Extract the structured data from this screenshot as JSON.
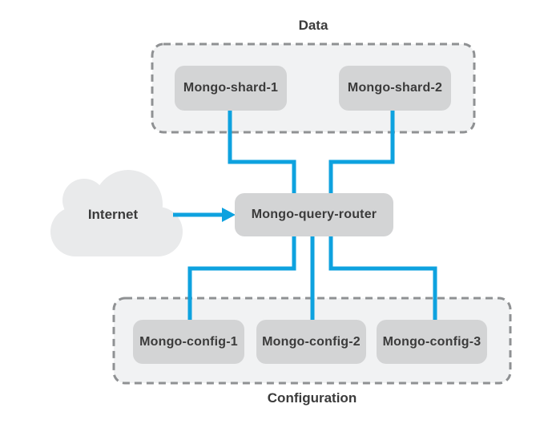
{
  "diagram": {
    "type": "mongodb-sharded-cluster-architecture",
    "groups": {
      "data": {
        "label": "Data",
        "nodes": [
          {
            "label": "Mongo-shard-1"
          },
          {
            "label": "Mongo-shard-2"
          }
        ]
      },
      "configuration": {
        "label": "Configuration",
        "nodes": [
          {
            "label": "Mongo-config-1"
          },
          {
            "label": "Mongo-config-2"
          },
          {
            "label": "Mongo-config-3"
          }
        ]
      }
    },
    "router": {
      "label": "Mongo-query-router"
    },
    "cloud": {
      "label": "Internet",
      "icon": "cloud-icon"
    },
    "connections": [
      {
        "from": "Mongo-shard-1",
        "to": "Mongo-query-router"
      },
      {
        "from": "Mongo-shard-2",
        "to": "Mongo-query-router"
      },
      {
        "from": "Internet",
        "to": "Mongo-query-router",
        "style": "arrow"
      },
      {
        "from": "Mongo-query-router",
        "to": "Mongo-config-1"
      },
      {
        "from": "Mongo-query-router",
        "to": "Mongo-config-2"
      },
      {
        "from": "Mongo-query-router",
        "to": "Mongo-config-3"
      }
    ],
    "colors": {
      "connector_blue": "#0ea2df",
      "node_fill": "#d3d4d5",
      "group_fill": "#f1f2f3",
      "group_border": "#8f9193",
      "cloud_fill": "#e9eaeb",
      "text": "#3b3b3b",
      "background": "#ffffff"
    }
  }
}
